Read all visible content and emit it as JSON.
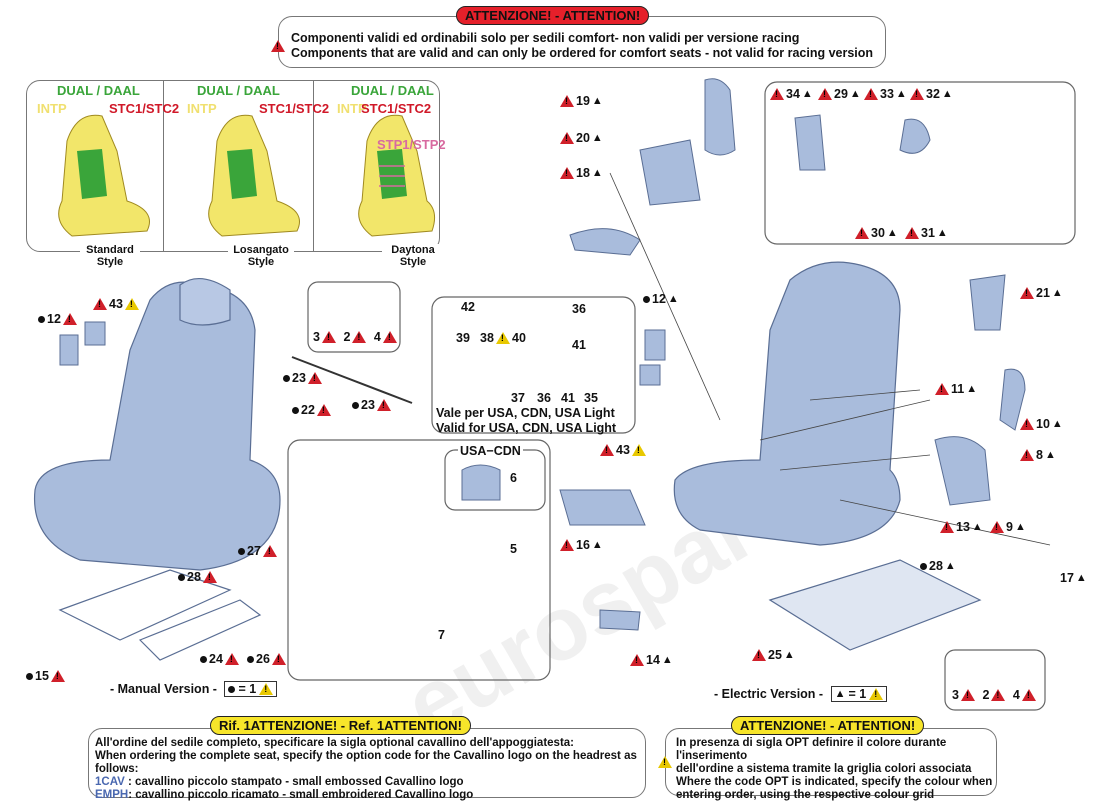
{
  "top_notice": {
    "title": "ATTENZIONE! - ATTENTION!",
    "line_it": "Componenti validi ed ordinabili solo per sedili comfort- non validi per versione  racing",
    "line_en": "Components that are valid and can only be ordered for comfort seats - not valid for racing version"
  },
  "styles": {
    "dual": "DUAL / DAAL",
    "intp": "INTP",
    "stc": "STC1/STC2",
    "stp": "STP1/STP2",
    "items": [
      {
        "name": "Standard",
        "suffix": "Style"
      },
      {
        "name": "Losangato",
        "suffix": "Style"
      },
      {
        "name": "Daytona",
        "suffix": "Style"
      }
    ]
  },
  "usa_inset": {
    "line_it": "Vale per USA, CDN, USA Light",
    "line_en": "Valid for USA, CDN, USA Light",
    "numbers": [
      "42",
      "36",
      "39",
      "38",
      "40",
      "41",
      "37",
      "36",
      "41",
      "35"
    ]
  },
  "usa_cdn_label": "USA−CDN",
  "callouts": {
    "c19": "19",
    "c20": "20",
    "c18": "18",
    "c34": "34",
    "c29": "29",
    "c33": "33",
    "c32": "32",
    "c30": "30",
    "c31": "31",
    "c21": "21",
    "c11": "11",
    "c10": "10",
    "c8": "8",
    "c13": "13",
    "c9": "9",
    "c12l": "12",
    "c43l": "43",
    "c3a": "3",
    "c2a": "2",
    "c4a": "4",
    "c23a": "23",
    "c22": "22",
    "c23b": "23",
    "c12c": "12",
    "c43c": "43",
    "c16": "16",
    "c14": "14",
    "c25": "25",
    "c28r": "28",
    "c17": "17",
    "c3b": "3",
    "c2b": "2",
    "c4b": "4",
    "c27": "27",
    "c28l": "28",
    "c24": "24",
    "c26": "26",
    "c15": "15",
    "c6": "6",
    "c5": "5",
    "c7": "7"
  },
  "manual_version": {
    "label": "- Manual Version -",
    "equals": "= 1"
  },
  "electric_version": {
    "label": "- Electric Version -",
    "equals": "= 1"
  },
  "ref1_notice": {
    "title": "Rif. 1ATTENZIONE! - Ref. 1ATTENTION!",
    "line1": "All'ordine del sedile completo, specificare la sigla optional cavallino dell'appoggiatesta:",
    "line2": "When ordering the complete seat, specify the option code for the Cavallino logo on the headrest as follows:",
    "code1": "1CAV",
    "desc1": " : cavallino piccolo stampato - small embossed Cavallino logo",
    "code2": "EMPH",
    "desc2": ": cavallino piccolo ricamato - small embroidered Cavallino logo"
  },
  "opt_notice": {
    "title": "ATTENZIONE! - ATTENTION!",
    "line1": "In presenza di sigla OPT definire il colore durante l'inserimento",
    "line2": "dell'ordine a sistema tramite la griglia colori associata",
    "line3": "Where the code OPT is indicated, specify the colour when",
    "line4": "entering order, using the respective colour grid"
  },
  "colors": {
    "seat": "#a9bcdc",
    "seat_stroke": "#5a6e94",
    "warn_red": "#e5202a",
    "warn_yellow": "#f7e52a",
    "style_yellow": "#f2e66a",
    "style_green": "#3aa53a"
  }
}
